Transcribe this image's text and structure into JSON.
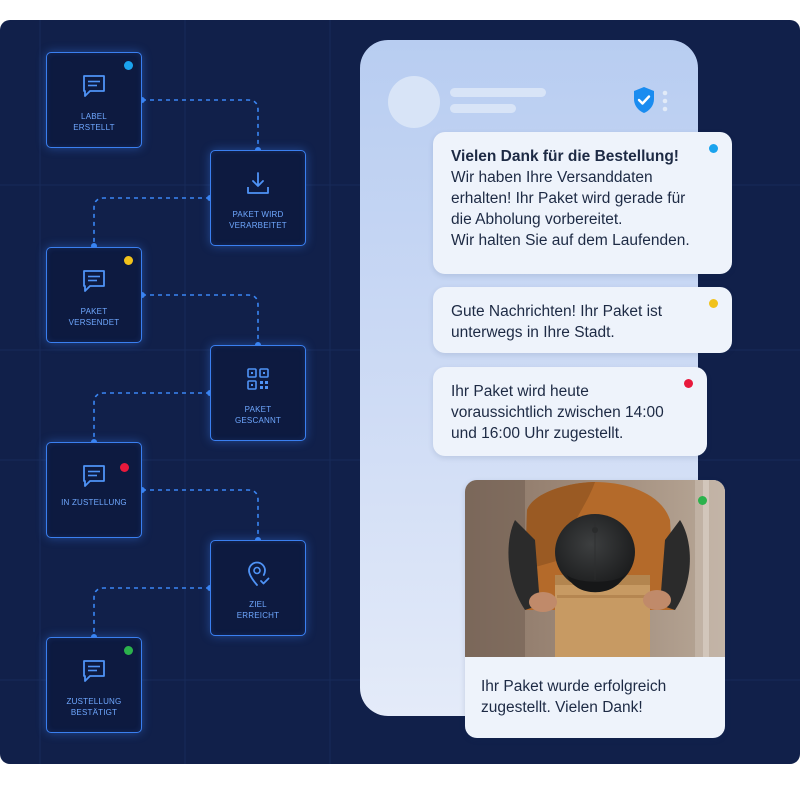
{
  "colors": {
    "panel_bg": "#11204a",
    "node_border": "#3a7ff0",
    "node_label": "#6fa8ff",
    "connector": "#3a86f4",
    "dot_blue": "#1aa3ee",
    "dot_yellow": "#f1c21b",
    "dot_red": "#e8193c",
    "dot_green": "#2bb24c",
    "shield": "#1a8cf0"
  },
  "workflow": {
    "nodes": [
      {
        "id": "label-erstellt",
        "icon": "chat-icon",
        "label_lines": [
          "LABEL",
          "ERSTELLT"
        ],
        "dot": "blue"
      },
      {
        "id": "paket-wird-verarbeitet",
        "icon": "download-icon",
        "label_lines": [
          "PAKET WIRD",
          "VERARBEITET"
        ],
        "dot": ""
      },
      {
        "id": "paket-versendet",
        "icon": "chat-icon",
        "label_lines": [
          "PAKET",
          "VERSENDET"
        ],
        "dot": "yellow"
      },
      {
        "id": "paket-gescannt",
        "icon": "qr-code-icon",
        "label_lines": [
          "PAKET",
          "GESCANNT"
        ],
        "dot": ""
      },
      {
        "id": "in-zustellung",
        "icon": "chat-icon",
        "label_lines": [
          "IN ZUSTELLUNG"
        ],
        "dot": "red"
      },
      {
        "id": "ziel-erreicht",
        "icon": "location-check-icon",
        "label_lines": [
          "ZIEL",
          "ERREICHT"
        ],
        "dot": ""
      },
      {
        "id": "zustellung-bestaetigt",
        "icon": "chat-icon",
        "label_lines": [
          "ZUSTELLUNG",
          "BESTÄTIGT"
        ],
        "dot": "green"
      }
    ]
  },
  "phone": {
    "header_icons": [
      "shield-check-icon",
      "kebab-menu-icon"
    ],
    "messages": [
      {
        "dot": "blue",
        "title": "Vielen Dank für die Bestellung!",
        "lines": [
          "Wir haben Ihre Versanddaten",
          "erhalten! Ihr Paket wird gerade für",
          "die Abholung vorbereitet.",
          "Wir halten Sie auf dem Laufenden."
        ]
      },
      {
        "dot": "yellow",
        "lines": [
          "Gute Nachrichten! Ihr Paket ist",
          "unterwegs in Ihre Stadt."
        ]
      },
      {
        "dot": "red",
        "lines": [
          "Ihr Paket wird heute",
          "voraussichtlich zwischen 14:00",
          "und 16:00 Uhr zugestellt."
        ]
      }
    ],
    "photo_card": {
      "dot": "green",
      "image_icon": "delivery-person-photo",
      "caption_lines": [
        "Ihr Paket wurde erfolgreich",
        "zugestellt. Vielen Dank!"
      ]
    }
  }
}
